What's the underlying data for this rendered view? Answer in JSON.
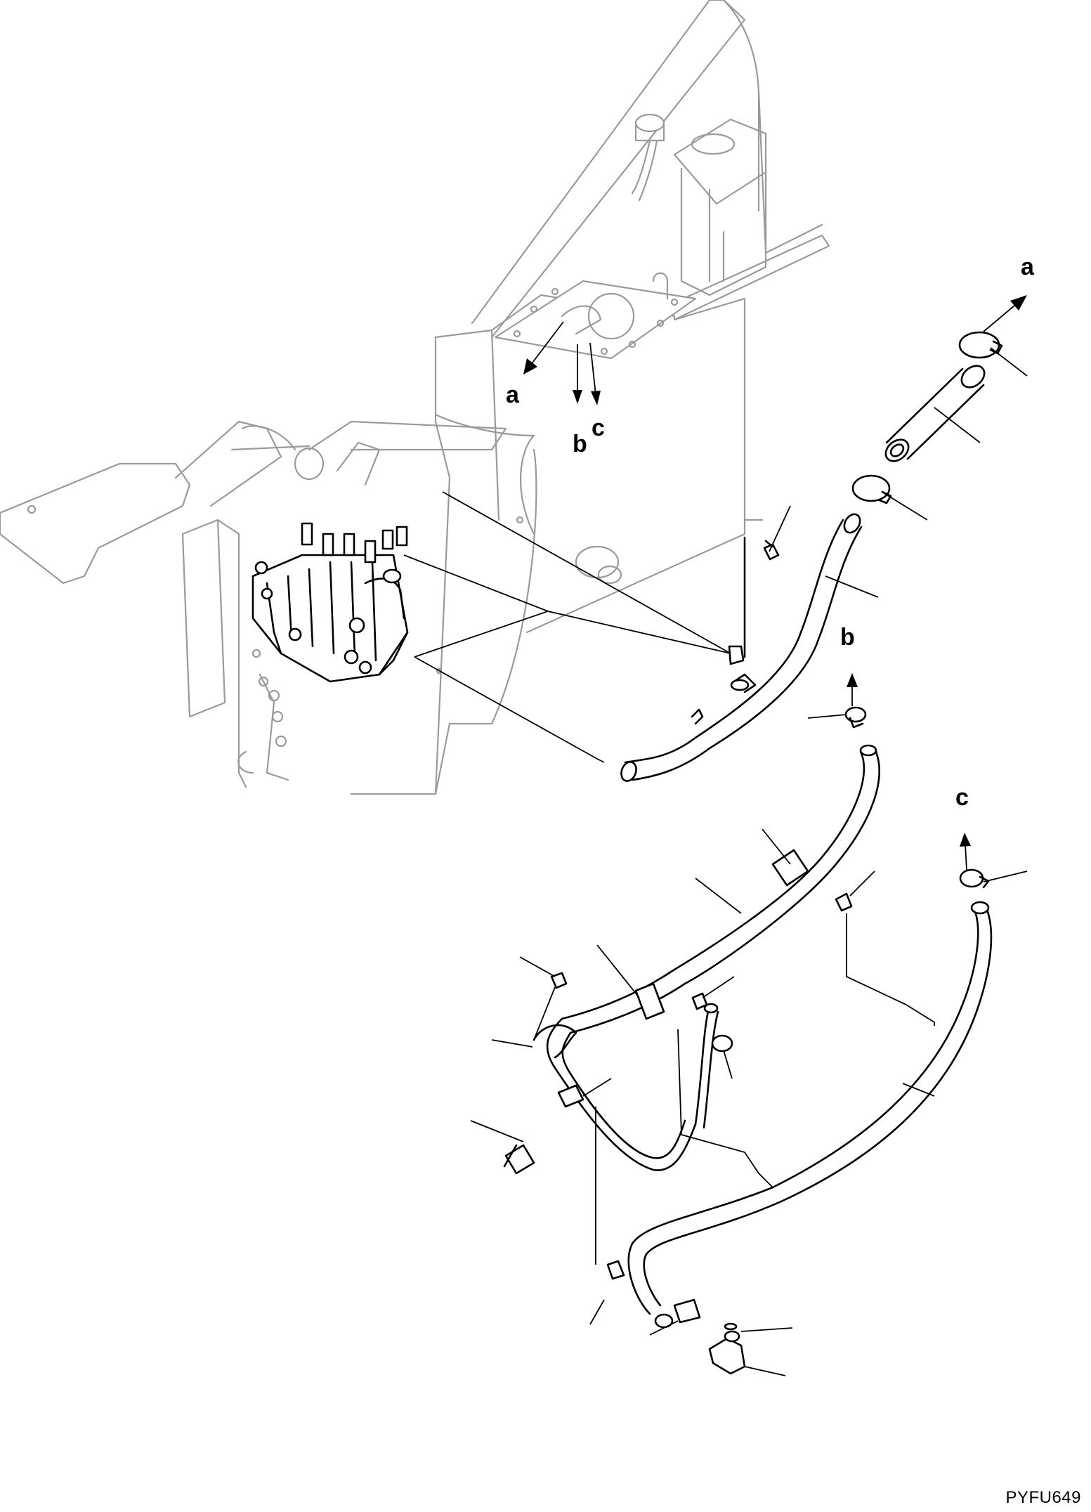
{
  "figure_code": "PYFU649",
  "reference_letters": {
    "a_top": "a",
    "a_tank": "a",
    "b_tank": "b",
    "c_tank": "c",
    "b_hose": "b",
    "c_hose": "c"
  }
}
